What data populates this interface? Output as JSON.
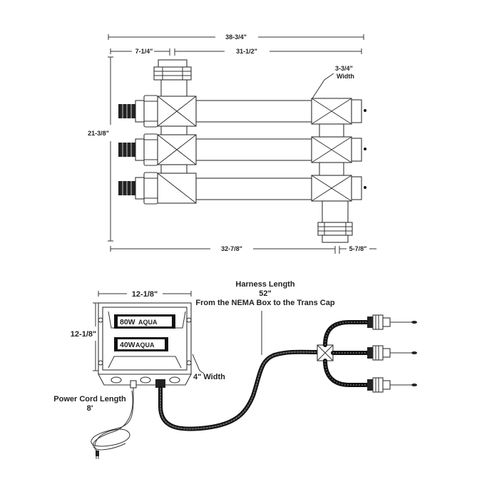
{
  "top_view": {
    "overall_width": "38-3/4\"",
    "left_inlet_offset": "7-1/4\"",
    "inlet_to_end": "31-1/2\"",
    "body_width": "3-3/4\"",
    "body_width_label": "Width",
    "overall_height": "21-3/8\"",
    "bottom_length": "32-7/8\"",
    "outlet_offset": "5-7/8\""
  },
  "nema_box": {
    "box_width": "12-1/8\"",
    "box_height": "12-1/8\"",
    "depth": "4\" Width",
    "ballast_1_watts": "80W",
    "ballast_2_watts": "40W",
    "brand": "AQUA"
  },
  "harness": {
    "title": "Harness Length",
    "length": "52\"",
    "description": "From the NEMA Box to the Trans Cap"
  },
  "power_cord": {
    "title": "Power Cord Length",
    "length": "8'"
  }
}
